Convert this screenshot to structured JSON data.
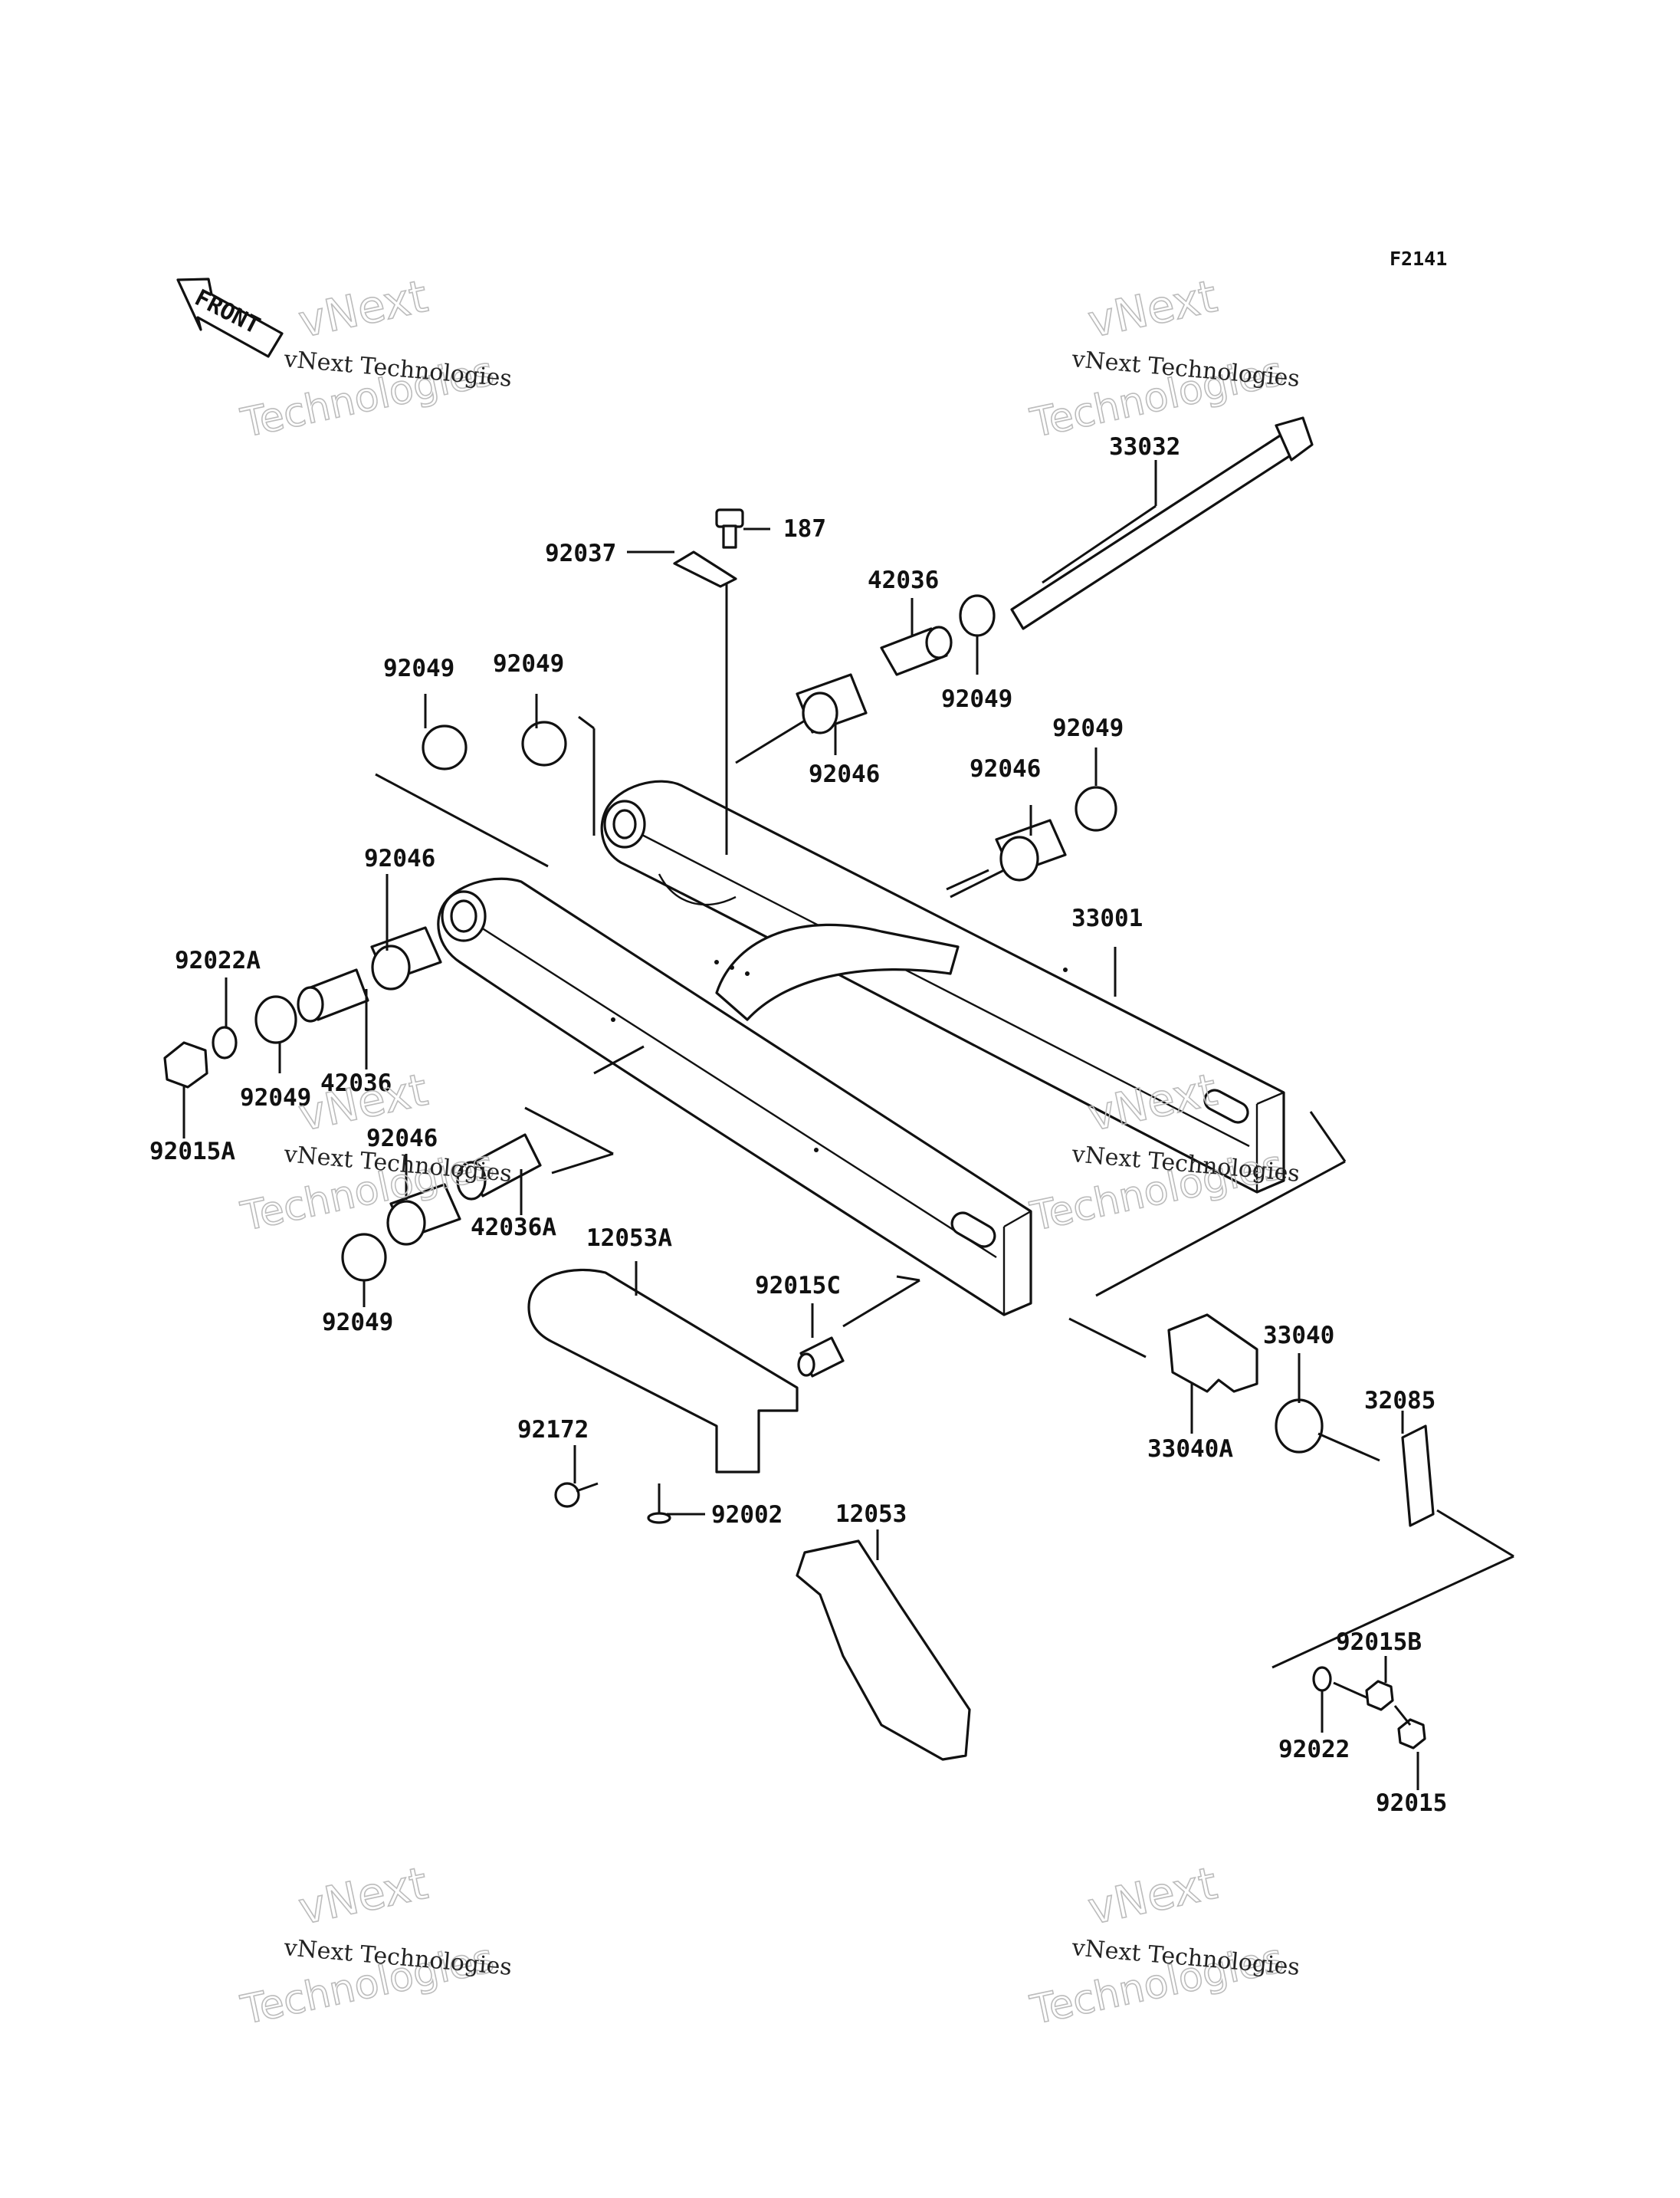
{
  "figure_code": "F2141",
  "front_label": "FRONT",
  "watermark": {
    "line1": "vNext Technologies",
    "line2": "vNext",
    "line3": "Technologies"
  },
  "callouts": {
    "c33032": "33032",
    "c187": "187",
    "c92037": "92037",
    "c42036_top": "42036",
    "c92049_top_right": "92049",
    "c92046_top": "92046",
    "c92049_a": "92049",
    "c92049_b": "92049",
    "c92049_right": "92049",
    "c92046_right": "92046",
    "c33001": "33001",
    "c92046_left": "92046",
    "c92022A": "92022A",
    "c42036_left": "42036",
    "c92049_left": "92049",
    "c92015A": "92015A",
    "c92046_lower": "92046",
    "c42036A": "42036A",
    "c92049_lower": "92049",
    "c12053A": "12053A",
    "c92015C": "92015C",
    "c92172": "92172",
    "c92002": "92002",
    "c12053": "12053",
    "c33040": "33040",
    "c33040A": "33040A",
    "c32085": "32085",
    "c92015B": "92015B",
    "c92022": "92022",
    "c92015": "92015"
  }
}
